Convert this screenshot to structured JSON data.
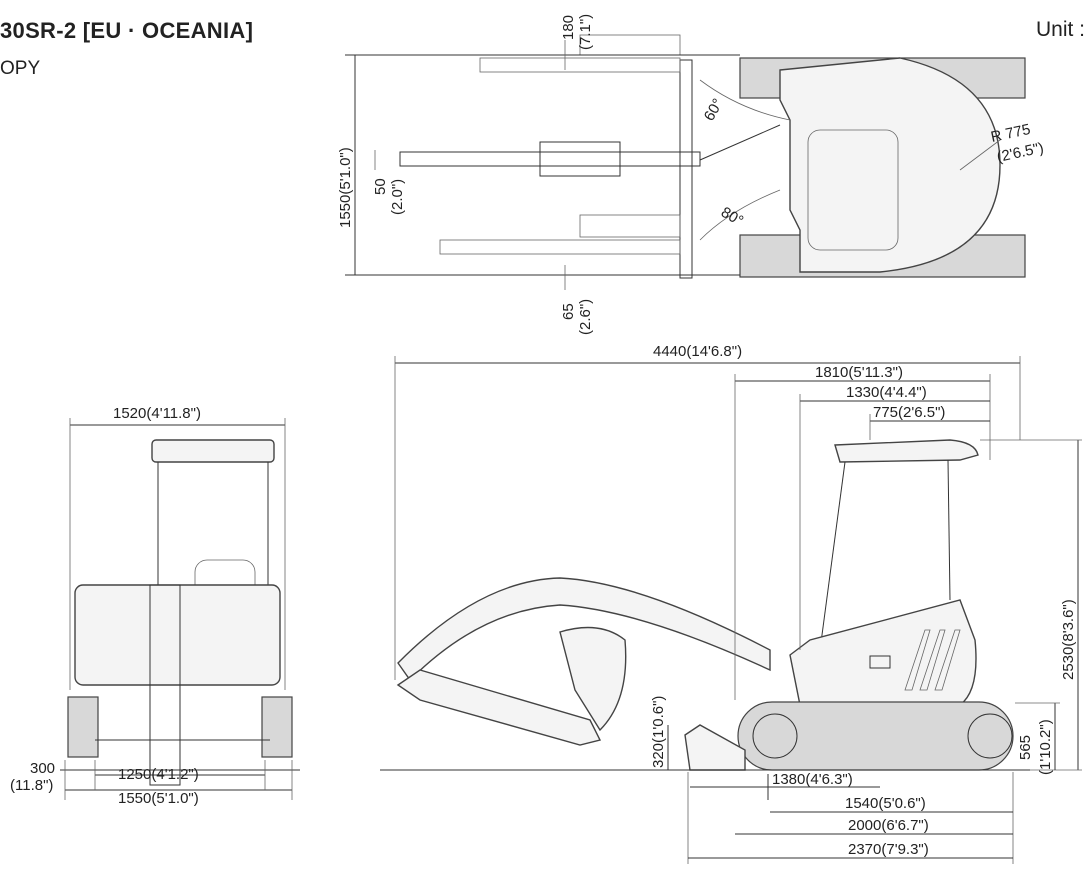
{
  "header": {
    "title": "30SR-2 [EU · OCEANIA]",
    "subtitle": "OPY",
    "unit": "Unit :"
  },
  "top_view": {
    "dim_180": "180",
    "dim_180_in": "(7.1\")",
    "dim_1550": "1550(5'1.0\")",
    "dim_50": "50",
    "dim_50_in": "(2.0\")",
    "dim_65": "65",
    "dim_65_in": "(2.6\")",
    "angle_60": "60°",
    "angle_80": "80°",
    "radius": "R 775",
    "radius_in": "(2'6.5\")"
  },
  "front_view": {
    "dim_1520": "1520(4'11.8\")",
    "dim_300": "300",
    "dim_300_in": "(11.8\")",
    "dim_1250": "1250(4'1.2\")",
    "dim_1550": "1550(5'1.0\")"
  },
  "side_view": {
    "dim_4440": "4440(14'6.8\")",
    "dim_1810": "1810(5'11.3\")",
    "dim_1330": "1330(4'4.4\")",
    "dim_775": "775(2'6.5\")",
    "dim_2530": "2530(8'3.6\")",
    "dim_565": "565",
    "dim_565_in": "(1'10.2\")",
    "dim_320": "320(1'0.6\")",
    "dim_1380": "1380(4'6.3\")",
    "dim_1540": "1540(5'0.6\")",
    "dim_2000": "2000(6'6.7\")",
    "dim_2370": "2370(7'9.3\")"
  }
}
